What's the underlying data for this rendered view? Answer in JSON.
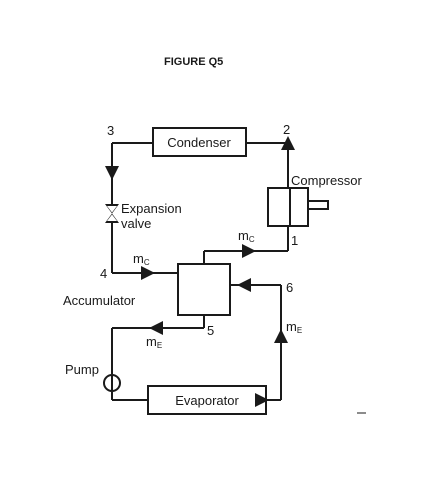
{
  "title": "FIGURE Q5",
  "components": {
    "condenser": "Condenser",
    "compressor": "Compressor",
    "expansion_valve_line1": "Expansion",
    "expansion_valve_line2": "valve",
    "accumulator": "Accumulator",
    "pump": "Pump",
    "evaporator": "Evaporator"
  },
  "state_points": {
    "p1": "1",
    "p2": "2",
    "p3": "3",
    "p4": "4",
    "p5": "5",
    "p6": "6"
  },
  "flow_labels": {
    "mc_top": {
      "main": "m",
      "sub": "C"
    },
    "mc_left": {
      "main": "m",
      "sub": "C"
    },
    "me_left": {
      "main": "m",
      "sub": "E"
    },
    "me_right": {
      "main": "m",
      "sub": "E"
    }
  },
  "colors": {
    "ink": "#1a1a1a",
    "background": "#ffffff"
  }
}
